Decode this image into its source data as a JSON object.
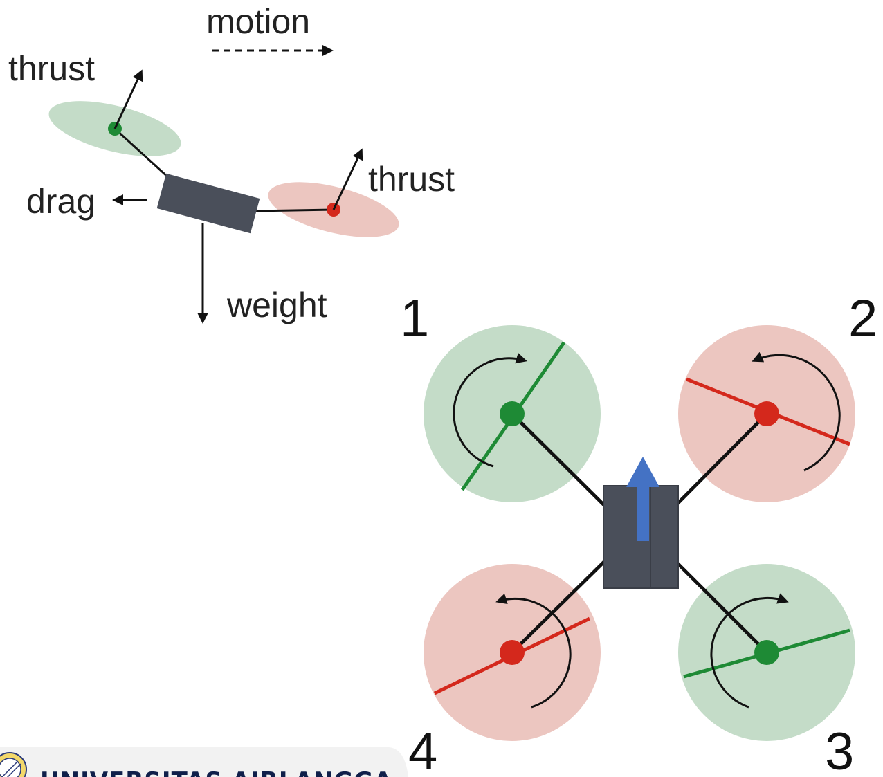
{
  "side_view": {
    "motion_label": "motion",
    "thrust_left_label": "thrust",
    "thrust_right_label": "thrust",
    "drag_label": "drag",
    "weight_label": "weight"
  },
  "top_view": {
    "rotor_numbers": [
      "1",
      "2",
      "3",
      "4"
    ]
  },
  "footer": {
    "institution": "UNIVERSITAS AIRLANGGA"
  },
  "colors": {
    "green_rotor_fill": "#c4dcc8",
    "red_rotor_fill": "#ecc6c0",
    "green_accent": "#1e8a35",
    "red_accent": "#d4281c",
    "body": "#4a4f5a",
    "arrow_blue": "#4472c4"
  }
}
